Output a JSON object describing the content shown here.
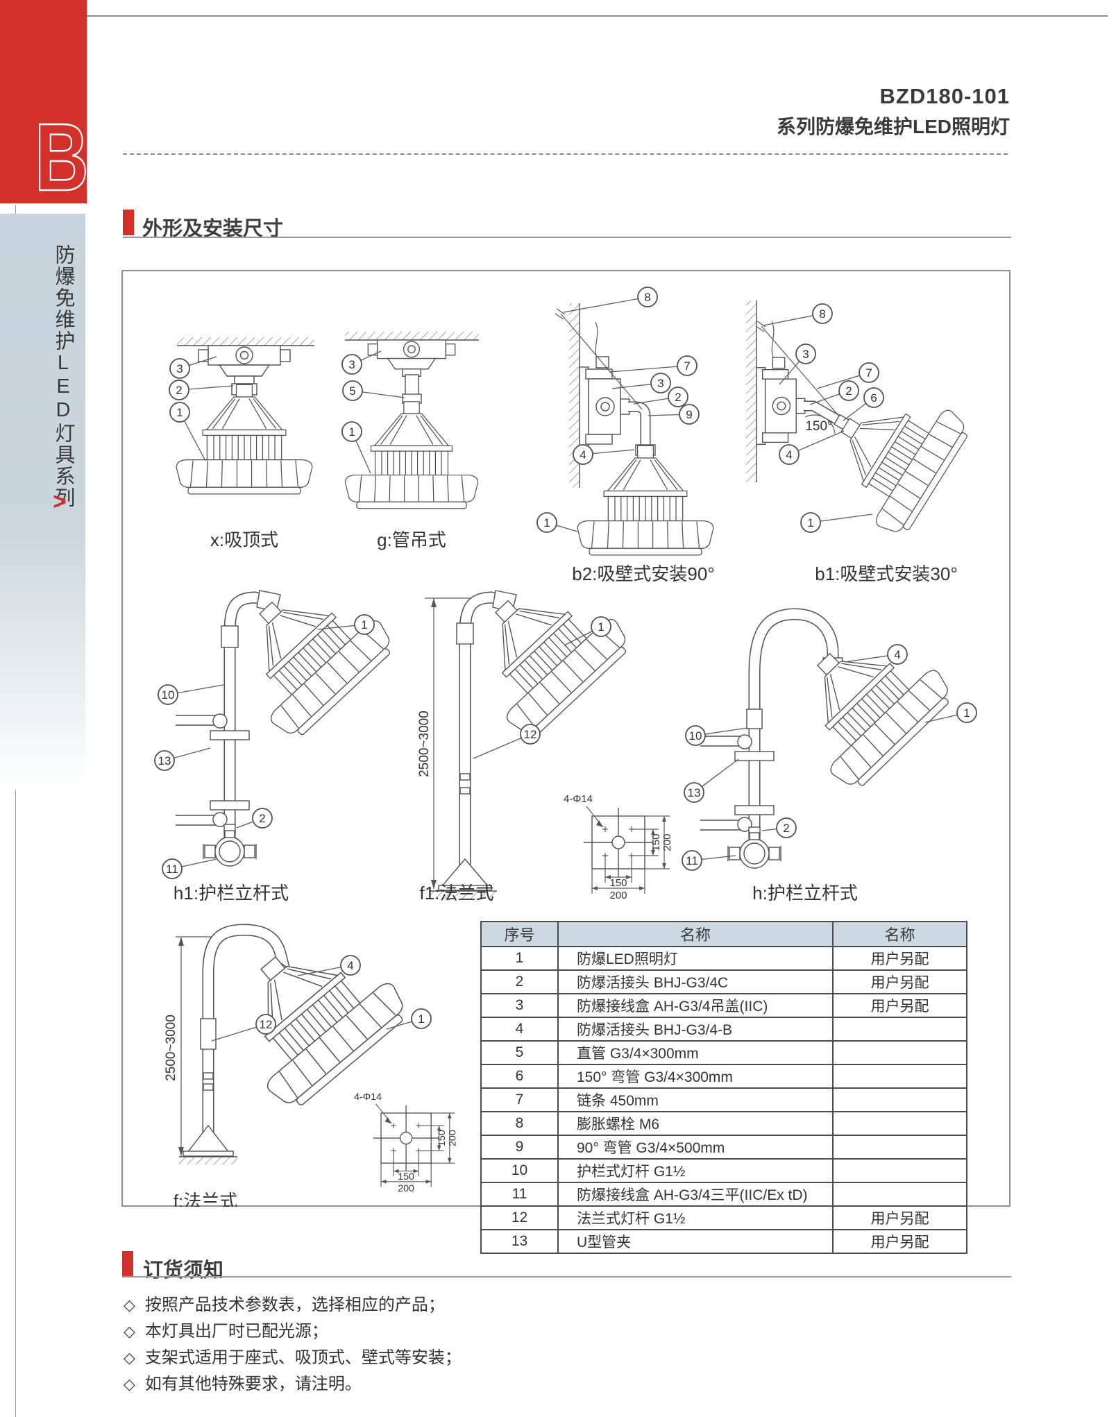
{
  "brand": {
    "series_letter": "B",
    "accent_red": "#d2312b"
  },
  "sidebar": {
    "title": "防爆免维护LED灯具系列",
    "arrow": ">"
  },
  "header": {
    "model": "BZD180-101",
    "subtitle": "系列防爆免维护LED照明灯"
  },
  "sections": {
    "dimensions": "外形及安装尺寸",
    "ordering": "订货须知"
  },
  "notes_bullet": "◇",
  "notes": [
    "按照产品技术参数表，选择相应的产品；",
    "本灯具出厂时已配光源；",
    "支架式适用于座式、吸顶式、壁式等安装；",
    "如有其他特殊要求，请注明。"
  ],
  "figures": {
    "x": {
      "label": "x:吸顶式",
      "callouts": [
        "3",
        "2",
        "1"
      ]
    },
    "g": {
      "label": "g:管吊式",
      "callouts": [
        "3",
        "5",
        "1"
      ]
    },
    "b2": {
      "label": "b2:吸壁式安装90°",
      "callouts": [
        "8",
        "7",
        "3",
        "2",
        "9",
        "4",
        "1"
      ]
    },
    "b1": {
      "label": "b1:吸壁式安装30°",
      "callouts": [
        "8",
        "3",
        "7",
        "2",
        "6",
        "4",
        "1"
      ],
      "angle": "150°"
    },
    "h1": {
      "label": "h1:护栏立杆式",
      "callouts": [
        "1",
        "10",
        "13",
        "2",
        "11"
      ]
    },
    "f1": {
      "label": "f1:法兰式",
      "callouts": [
        "1",
        "12"
      ],
      "dim": "2500~3000"
    },
    "h": {
      "label": "h:护栏立杆式",
      "callouts": [
        "4",
        "1",
        "10",
        "13",
        "2",
        "11"
      ]
    },
    "f": {
      "label": "f:法兰式",
      "callouts": [
        "4",
        "1",
        "12"
      ],
      "dim": "2500~3000"
    }
  },
  "flange_detail": {
    "label": "4-Φ14",
    "d150": "150",
    "d200": "200"
  },
  "table": {
    "headers": [
      "序号",
      "名称",
      "名称"
    ],
    "rows": [
      [
        "1",
        "防爆LED照明灯",
        "用户另配"
      ],
      [
        "2",
        "防爆活接头 BHJ-G3/4C",
        "用户另配"
      ],
      [
        "3",
        "防爆接线盒 AH-G3/4吊盖(IIC)",
        "用户另配"
      ],
      [
        "4",
        "防爆活接头 BHJ-G3/4-B",
        ""
      ],
      [
        "5",
        "直管 G3/4×300mm",
        ""
      ],
      [
        "6",
        "150° 弯管 G3/4×300mm",
        ""
      ],
      [
        "7",
        "链条 450mm",
        ""
      ],
      [
        "8",
        "膨胀螺栓 M6",
        ""
      ],
      [
        "9",
        "90° 弯管 G3/4×500mm",
        ""
      ],
      [
        "10",
        "护栏式灯杆 G1½",
        ""
      ],
      [
        "11",
        "防爆接线盒 AH-G3/4三平(IIC/Ex tD)",
        ""
      ],
      [
        "12",
        "法兰式灯杆 G1½",
        "用户另配"
      ],
      [
        "13",
        "U型管夹",
        "用户另配"
      ]
    ]
  }
}
